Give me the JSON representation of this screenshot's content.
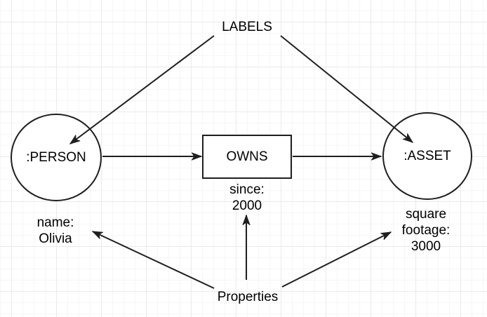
{
  "annotations": {
    "labels": "LABELS",
    "properties": "Properties"
  },
  "nodes": {
    "person": {
      "label": ":PERSON",
      "shape": "ellipse"
    },
    "owns": {
      "label": "OWNS",
      "shape": "rectangle"
    },
    "asset": {
      "label": ":ASSET",
      "shape": "ellipse"
    }
  },
  "property_notes": {
    "since": "since:\n2000",
    "name": "name:\nOlivia",
    "square_footage": "square\nfootage:\n3000"
  },
  "edges": [
    {
      "from": "LABELS",
      "to": ":PERSON"
    },
    {
      "from": "LABELS",
      "to": ":ASSET"
    },
    {
      "from": ":PERSON",
      "to": "OWNS"
    },
    {
      "from": "OWNS",
      "to": ":ASSET"
    },
    {
      "from": "Properties",
      "to": "since: 2000"
    },
    {
      "from": "Properties",
      "to": "name: Olivia"
    },
    {
      "from": "Properties",
      "to": "square footage: 3000"
    }
  ],
  "colors": {
    "stroke": "#1f1f1f",
    "text": "#000000",
    "node_fill": "#ffffff",
    "canvas_background": "#ffffff",
    "grid_major": "#eaeaea",
    "grid_minor": "#f6f6f6"
  }
}
